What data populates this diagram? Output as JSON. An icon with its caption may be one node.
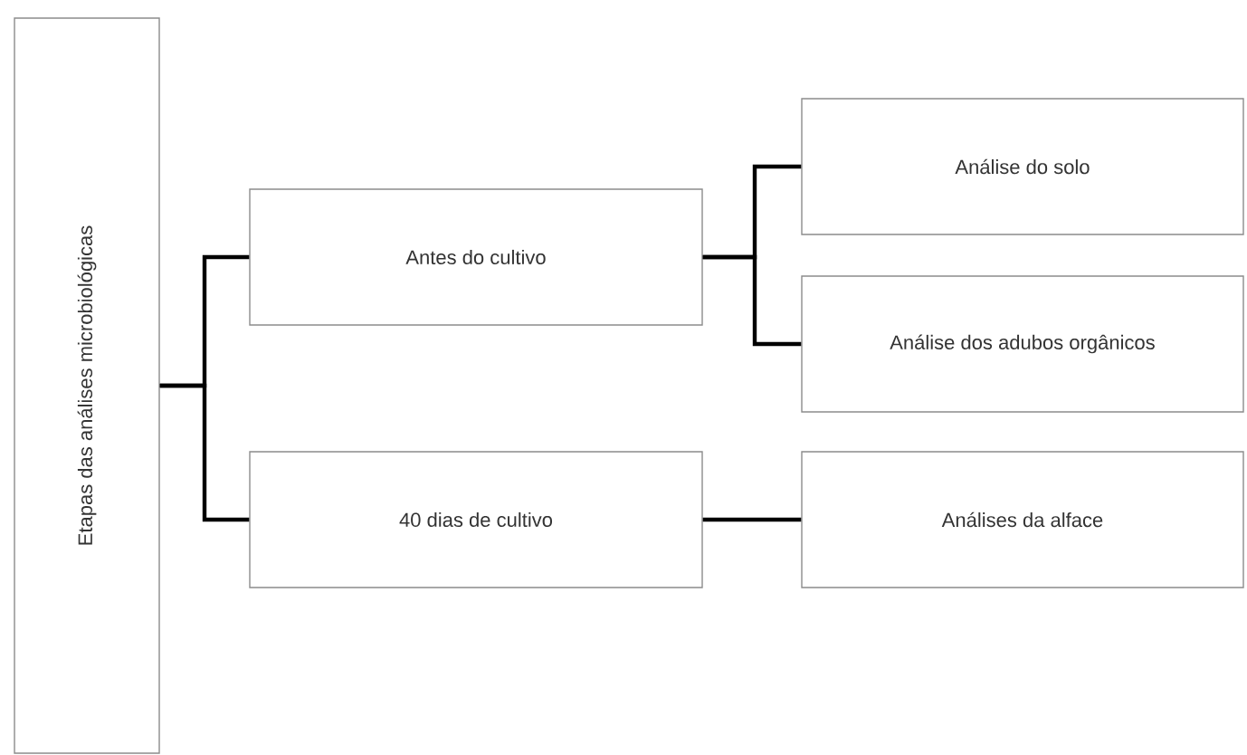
{
  "diagram": {
    "nodes": [
      {
        "text": [
          "Etapas das análises microbiológicas"
        ]
      },
      {
        "text": [
          "Antes do cultivo"
        ]
      },
      {
        "text": [
          "Análise do solo"
        ]
      },
      {
        "text": [
          "Análise dos adubos orgânicos"
        ]
      },
      {
        "text": [
          "40 dias de cultivo"
        ]
      },
      {
        "text": [
          "Análises da alface"
        ]
      }
    ],
    "edges": [
      {
        "from": 0,
        "to": 1,
        "arrow": "none"
      },
      {
        "from": 0,
        "to": 4,
        "arrow": "none"
      },
      {
        "from": 1,
        "to": 2,
        "arrow": "none"
      },
      {
        "from": 1,
        "to": 3,
        "arrow": "none"
      },
      {
        "from": 4,
        "to": 5,
        "arrow": "none"
      }
    ]
  }
}
